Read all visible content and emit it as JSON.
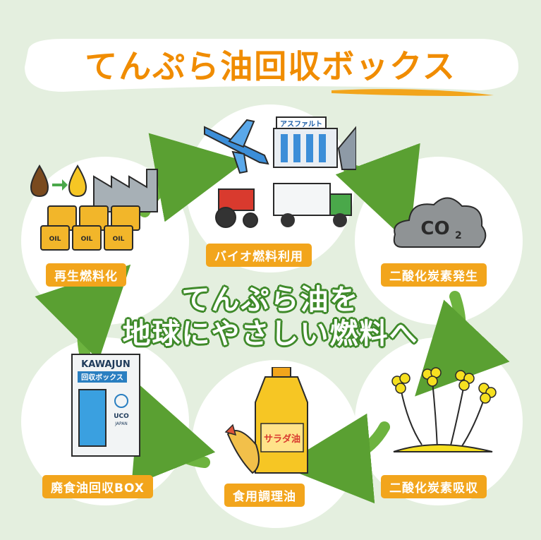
{
  "title": "てんぷら油回収ボックス",
  "center_text": {
    "line1": "てんぷら油を",
    "line2": "地球にやさしい燃料へ"
  },
  "cycle": {
    "biofuel_use": "バイオ燃料利用",
    "co2_emission": "二酸化炭素発生",
    "co2_absorption": "二酸化炭素吸収",
    "cooking_oil": "食用調理油",
    "waste_oil_box": "廃食油回収BOX",
    "recycled_fuel": "再生燃料化"
  },
  "illustrations": {
    "asphalt_sign": "アスファルト",
    "co2_text": "CO",
    "co2_sub": "2",
    "oil_bottle_label": "サラダ油",
    "oil_drum_label": "OIL",
    "box_brand": "KAWAJUN",
    "box_label": "回収ボックス",
    "box_logo_text": "UCO",
    "box_logo_sub": "JAPAN"
  },
  "colors": {
    "background": "#e4efdf",
    "label": "#f2a51c",
    "title": "#f08c00",
    "arrow": "#6db33f",
    "center_outline": "#3f8a2a"
  }
}
